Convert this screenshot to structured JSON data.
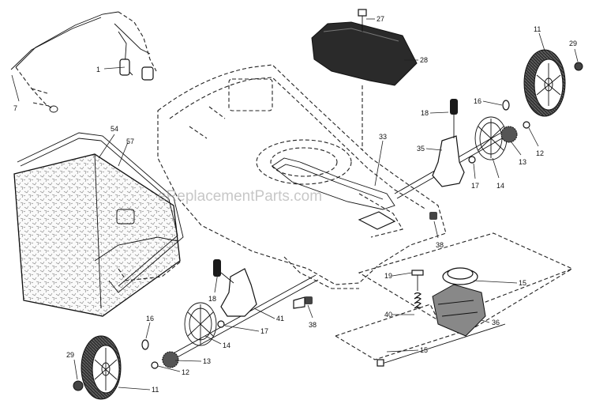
{
  "watermark": "eReplacementParts.com",
  "callouts": {
    "c1": "1",
    "c7": "7",
    "c54": "54",
    "c57": "57",
    "c27": "27",
    "c28": "28",
    "c33": "33",
    "c11_top": "11",
    "c29_top": "29",
    "c16_top": "16",
    "c18_top": "18",
    "c35": "35",
    "c17_top": "17",
    "c14_top": "14",
    "c13_top": "13",
    "c12_top": "12",
    "c38_top": "38",
    "c19": "19",
    "c15_top": "15",
    "c40": "40",
    "c36": "36",
    "c15_bottom": "15",
    "c18_bottom": "18",
    "c41": "41",
    "c38_bottom": "38",
    "c17_bottom": "17",
    "c14_bottom": "14",
    "c16_bottom": "16",
    "c13_bottom": "13",
    "c12_bottom": "12",
    "c29_bottom": "29",
    "c11_bottom": "11"
  }
}
